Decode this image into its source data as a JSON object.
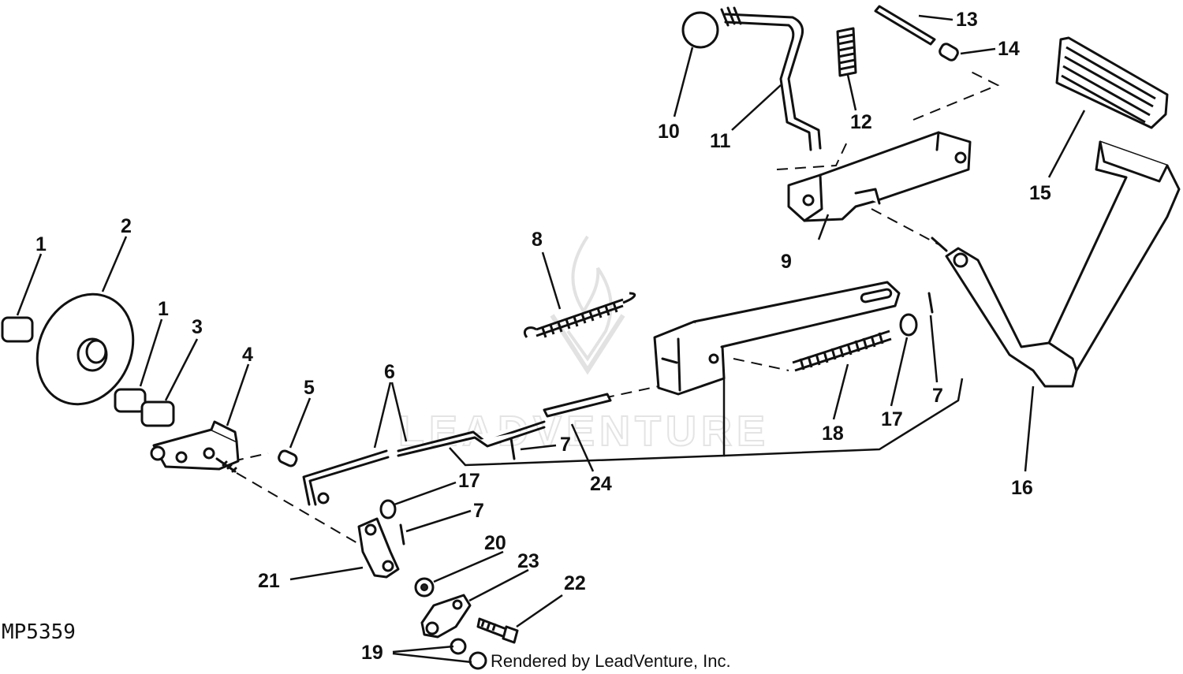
{
  "figure_id": "MP5359",
  "credit": "Rendered by LeadVenture, Inc.",
  "watermark": "LEADVENTURE",
  "callouts": [
    "1",
    "2",
    "1",
    "3",
    "4",
    "5",
    "6",
    "7",
    "8",
    "9",
    "10",
    "11",
    "12",
    "13",
    "14",
    "15",
    "16",
    "17",
    "18",
    "7",
    "24",
    "17",
    "7",
    "20",
    "21",
    "23",
    "22",
    "19"
  ]
}
